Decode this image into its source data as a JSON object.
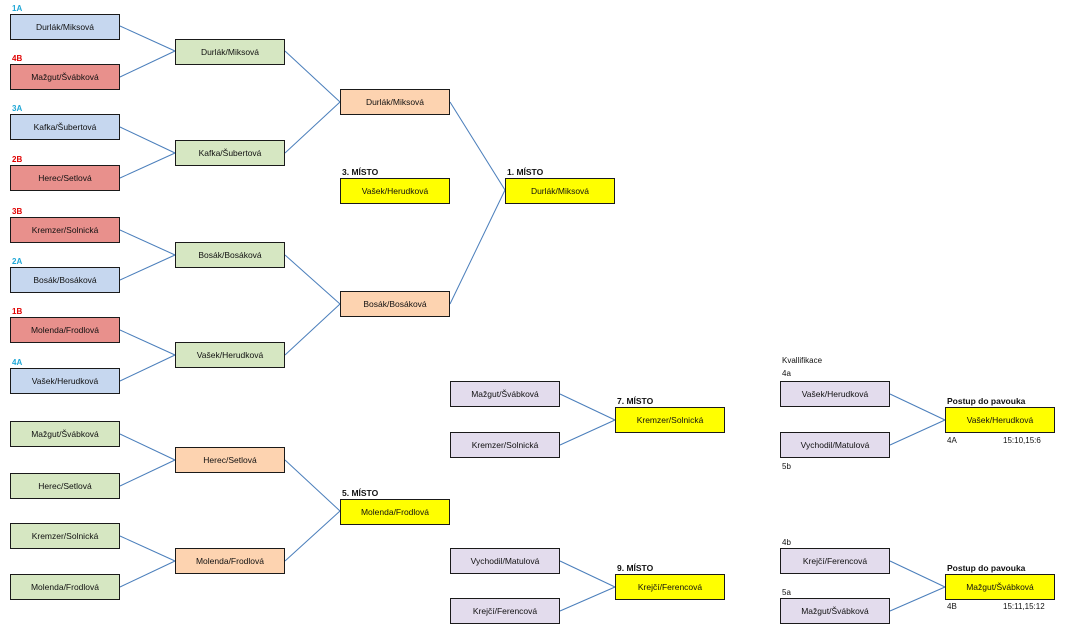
{
  "seeds": [
    "1A",
    "4B",
    "3A",
    "2B",
    "3B",
    "2A",
    "1B",
    "4A"
  ],
  "round1": [
    "Durlák/Miksová",
    "Mažgut/Švábková",
    "Kafka/Šubertová",
    "Herec/Setlová",
    "Kremzer/Solnická",
    "Bosák/Bosáková",
    "Molenda/Frodlová",
    "Vašek/Herudková"
  ],
  "round2": [
    "Durlák/Miksová",
    "Kafka/Šubertová",
    "Bosák/Bosáková",
    "Vašek/Herudková"
  ],
  "semis": [
    "Durlák/Miksová",
    "Bosák/Bosáková"
  ],
  "third": {
    "label": "3. MÍSTO",
    "team": "Vašek/Herudková"
  },
  "first": {
    "label": "1. MÍSTO",
    "team": "Durlák/Miksová"
  },
  "fifth": {
    "round1": [
      "Mažgut/Švábková",
      "Herec/Setlová",
      "Kremzer/Solnická",
      "Molenda/Frodlová"
    ],
    "round2": [
      "Herec/Setlová",
      "Molenda/Frodlová"
    ],
    "label": "5. MÍSTO",
    "winner": "Molenda/Frodlová"
  },
  "seventh": {
    "teams": [
      "Mažgut/Švábková",
      "Kremzer/Solnická"
    ],
    "label": "7. MÍSTO",
    "winner": "Kremzer/Solnická"
  },
  "ninth": {
    "teams": [
      "Vychodil/Matulová",
      "Krejčí/Ferencová"
    ],
    "label": "9. MÍSTO",
    "winner": "Krejčí/Ferencová"
  },
  "qualification": {
    "title": "Kvallifikace",
    "match1": {
      "seed_top": "4a",
      "team_top": "Vašek/Herudková",
      "seed_bottom": "5b",
      "team_bottom": "Vychodil/Matulová",
      "label": "Postup do pavouka",
      "winner": "Vašek/Herudková",
      "slot": "4A",
      "score": "15:10,15:6"
    },
    "match2": {
      "seed_top": "4b",
      "team_top": "Krejčí/Ferencová",
      "seed_bottom": "5a",
      "team_bottom": "Mažgut/Švábková",
      "label": "Postup do pavouka",
      "winner": "Mažgut/Švábková",
      "slot": "4B",
      "score": "15:11,15:12"
    }
  },
  "colors": {
    "seed_a": "#1fa7d6",
    "seed_b": "#e00000",
    "line": "#4a7ebb",
    "final": "#ffff00"
  }
}
